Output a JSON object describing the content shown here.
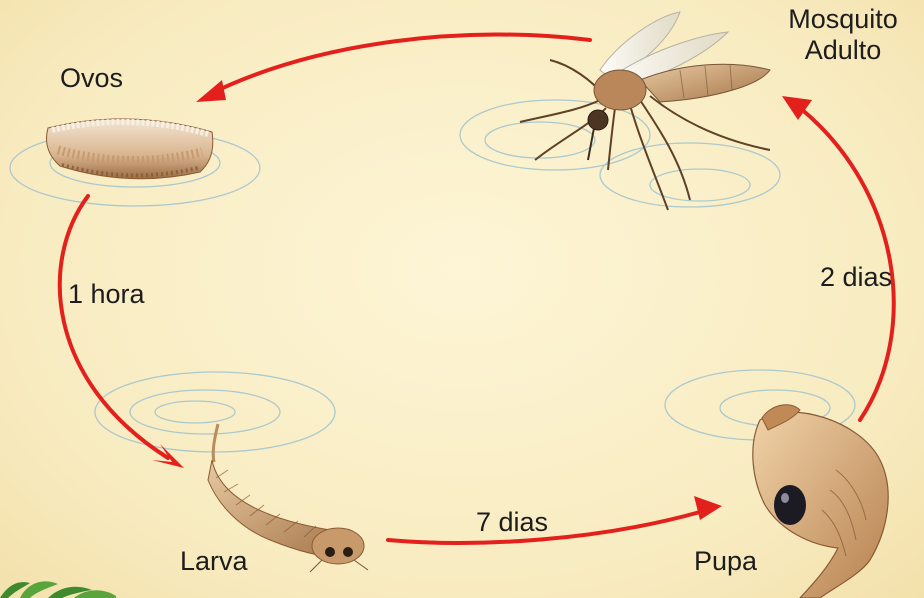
{
  "diagram": {
    "stages": {
      "eggs": "Ovos",
      "larva": "Larva",
      "pupa": "Pupa",
      "adult_line1": "Mosquito",
      "adult_line2": "Adulto"
    },
    "durations": {
      "eggs_to_larva": "1 hora",
      "larva_to_pupa": "7 dias",
      "pupa_to_adult": "2 dias"
    },
    "colors": {
      "arrow": "#e3201b",
      "background": "#f8ebc0",
      "water_ripple": "#9ec3cf",
      "plant": "#3f8a2e"
    }
  }
}
